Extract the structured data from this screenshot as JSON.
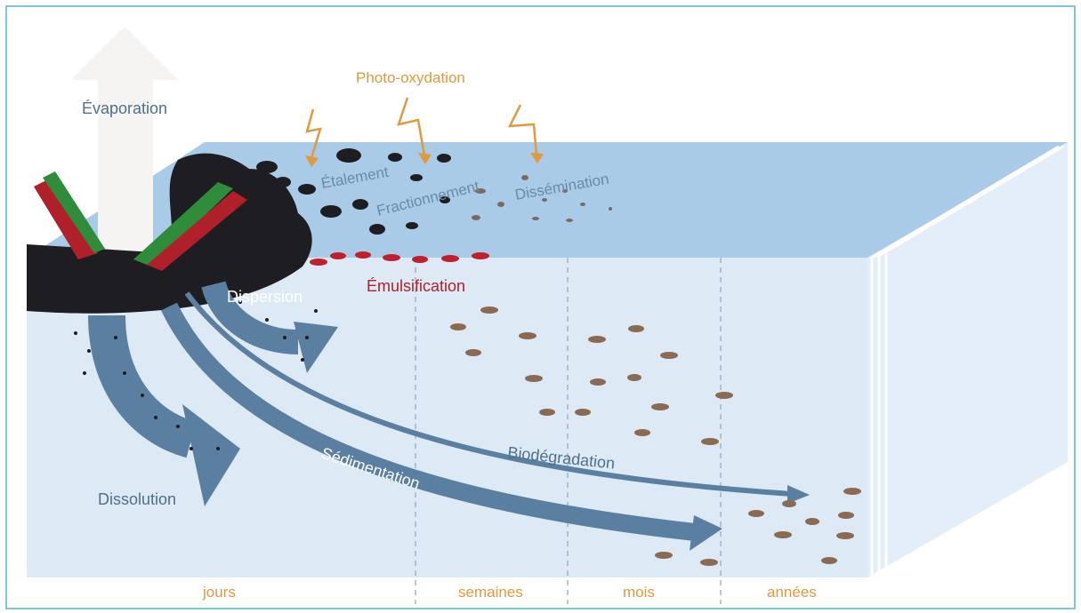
{
  "labels": {
    "evaporation": "Évaporation",
    "photo_oxydation": "Photo-oxydation",
    "etalement": "Étalement",
    "fractionnement": "Fractionnement",
    "dissemination": "Dissémination",
    "emulsification": "Émulsification",
    "dispersion": "Dispersion",
    "dissolution": "Dissolution",
    "sedimentation": "Sédimentation",
    "biodegradation": "Biodégradation"
  },
  "timeline": {
    "jours": "jours",
    "semaines": "semaines",
    "mois": "mois",
    "annees": "années"
  },
  "colors": {
    "water_surface": "#a9cbe8",
    "water_body": "#dde9f5",
    "arrow_blue": "#5a7fa0",
    "oil": "#1e1e22",
    "sediment_brown": "#8a6a52",
    "photo_orange": "#e09a3e",
    "emulsion_red": "#c0202e"
  }
}
